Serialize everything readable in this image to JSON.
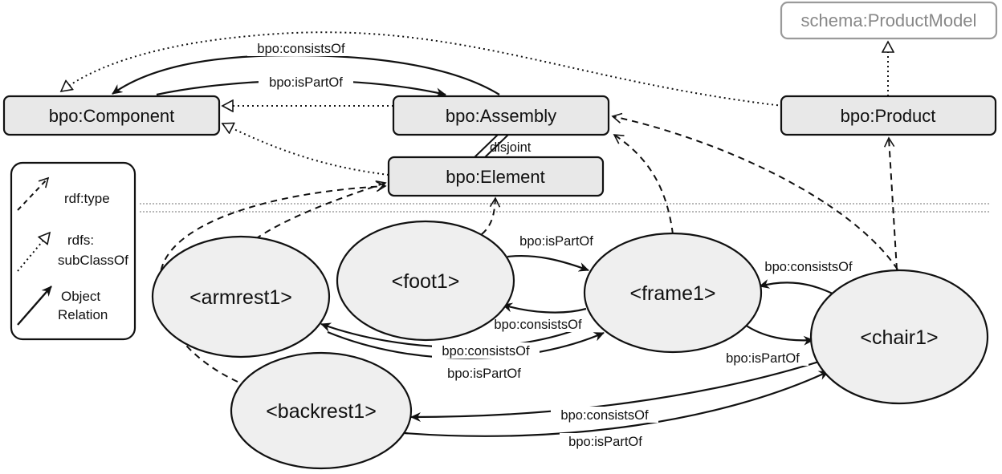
{
  "classes": {
    "component": "bpo:Component",
    "assembly": "bpo:Assembly",
    "element": "bpo:Element",
    "product": "bpo:Product",
    "product_model": "schema:ProductModel"
  },
  "instances": {
    "armrest": "<armrest1>",
    "foot": "<foot1>",
    "frame": "<frame1>",
    "chair": "<chair1>",
    "backrest": "<backrest1>"
  },
  "labels": {
    "consists_of": "bpo:consistsOf",
    "is_part_of": "bpo:isPartOf",
    "disjoint": "disjoint"
  },
  "legend": {
    "rdf_type": "rdf:type",
    "subclass_line1": "rdfs:",
    "subclass_line2": "subClassOf",
    "object_line1": "Object",
    "object_line2": "Relation"
  },
  "colors": {
    "class_fill": "#e8e8e8",
    "instance_fill": "#efefef",
    "stroke": "#111111",
    "ghost_stroke": "#9a9a9a",
    "separator": "#a0a0a0"
  }
}
